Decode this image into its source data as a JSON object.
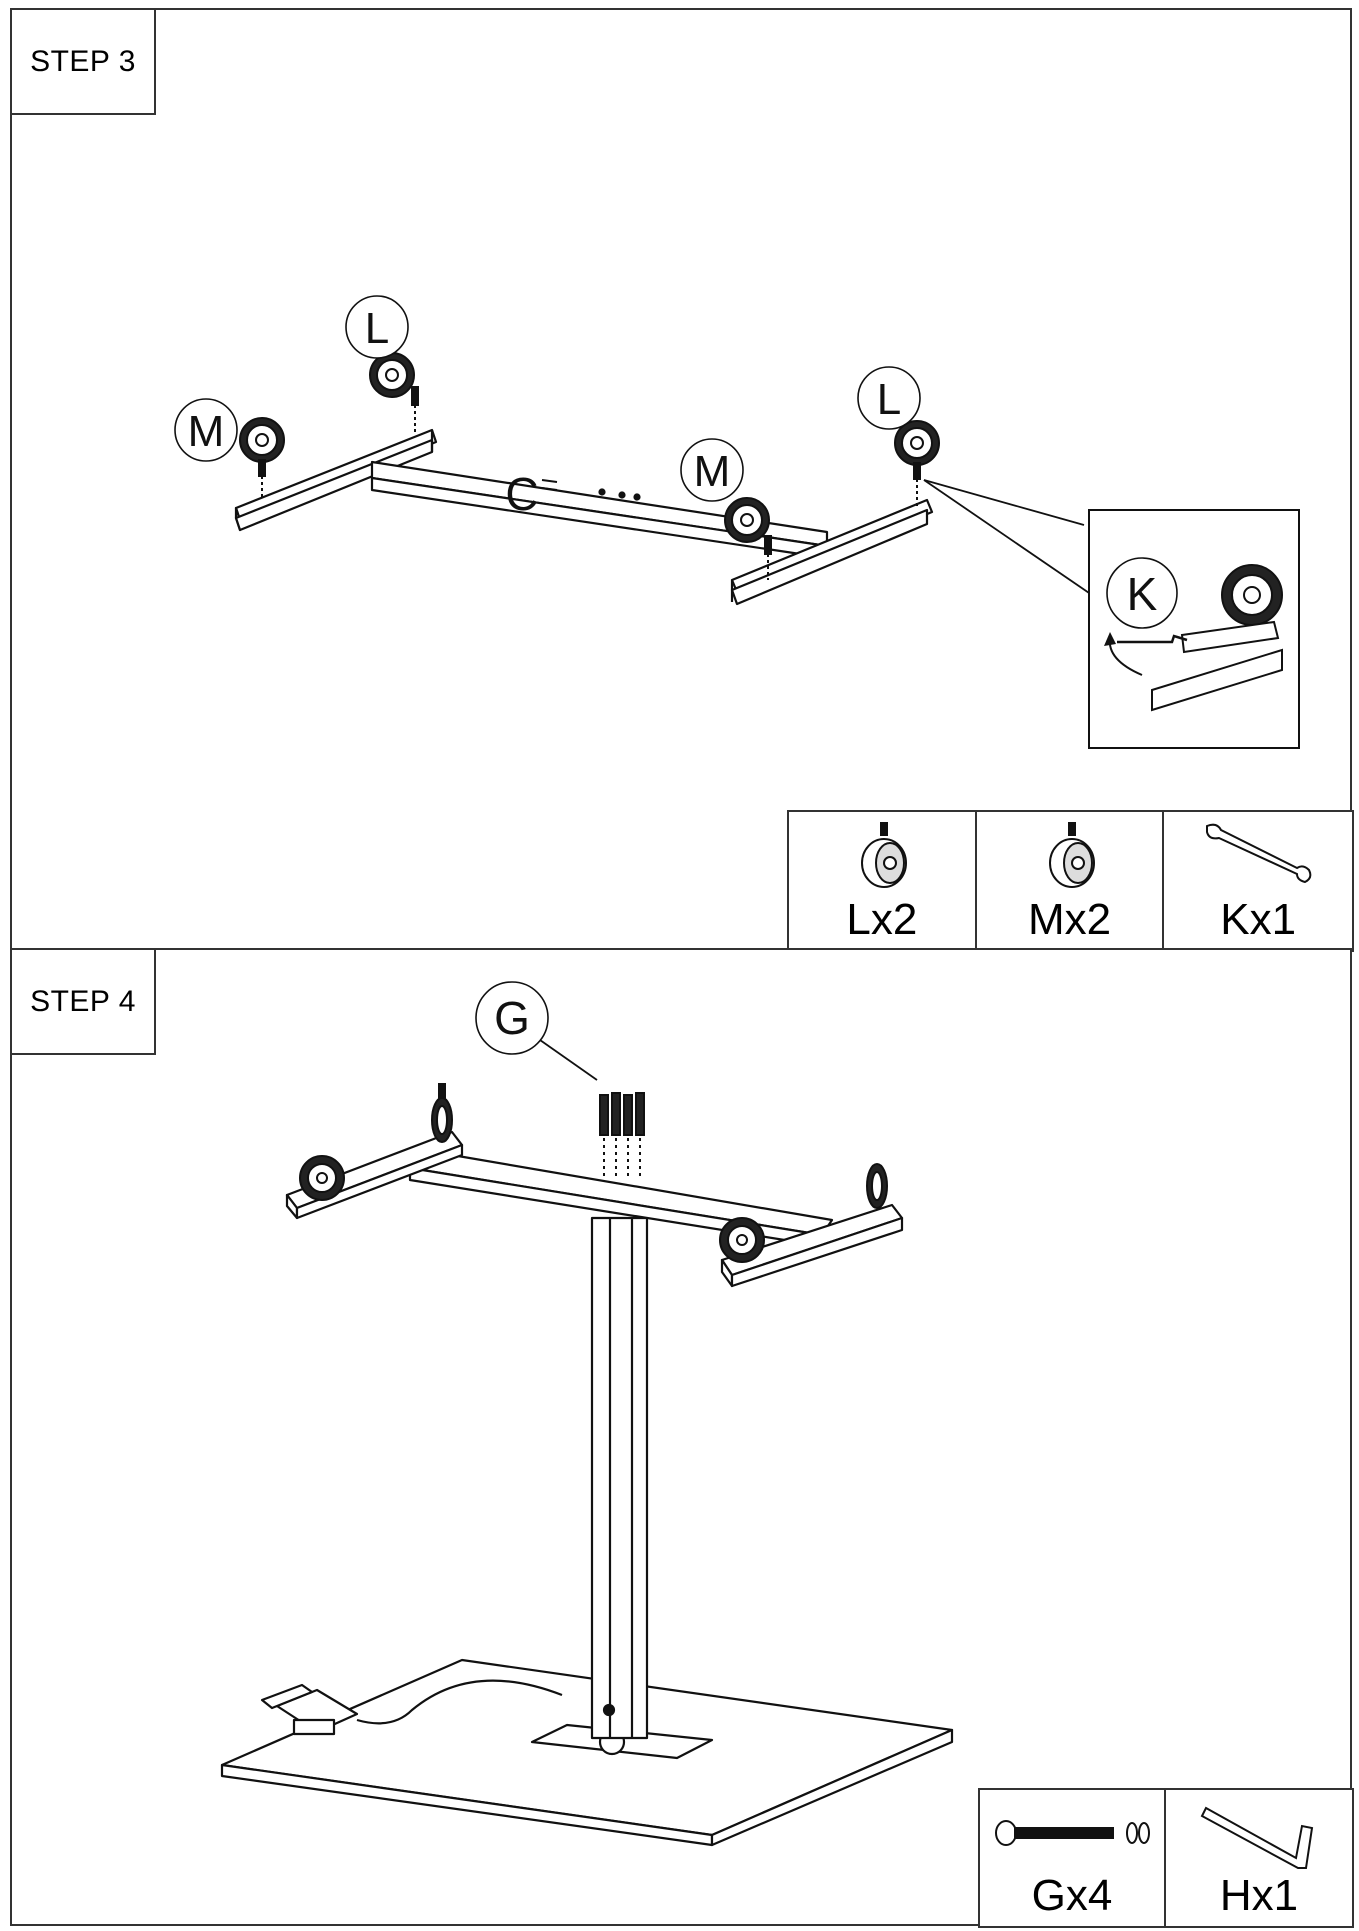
{
  "step3": {
    "label": "STEP 3",
    "callouts": {
      "l_left": "L",
      "l_right": "L",
      "m_left": "M",
      "m_right": "M",
      "c": "C",
      "k": "K"
    },
    "parts": [
      {
        "qty": "Lx2",
        "icon": "caster-wheel-brake-icon"
      },
      {
        "qty": "Mx2",
        "icon": "caster-wheel-icon"
      },
      {
        "qty": "Kx1",
        "icon": "wrench-icon"
      }
    ]
  },
  "step4": {
    "label": "STEP 4",
    "callouts": {
      "g": "G"
    },
    "parts": [
      {
        "qty": "Gx4",
        "icon": "bolt-washer-icon"
      },
      {
        "qty": "Hx1",
        "icon": "hex-key-icon"
      }
    ]
  }
}
